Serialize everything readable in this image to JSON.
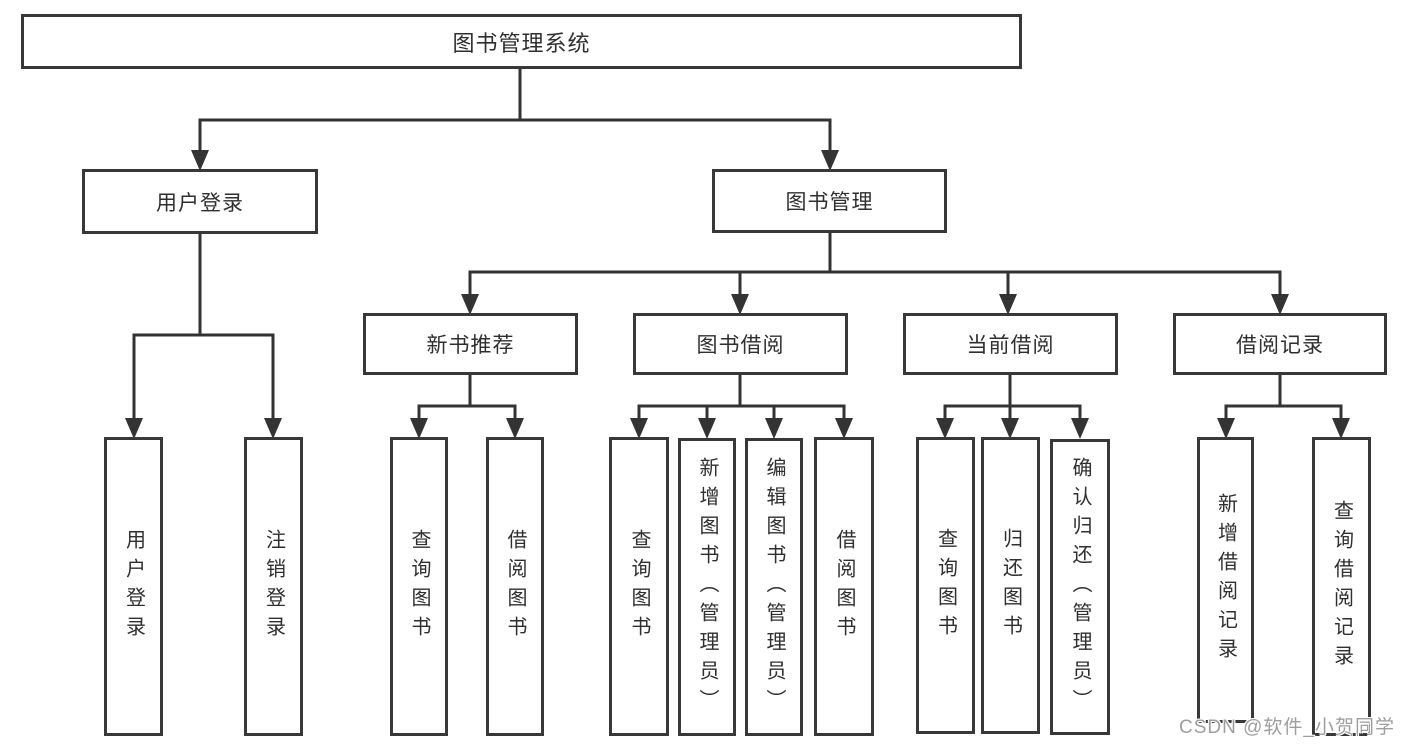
{
  "nodes": {
    "root": "图书管理系统",
    "user_login": "用户登录",
    "book_mgmt": "图书管理",
    "new_books": "新书推荐",
    "book_borrow": "图书借阅",
    "current_borrow": "当前借阅",
    "borrow_records": "借阅记录",
    "leaves": {
      "user_login_1": "用户登录",
      "user_login_2": "注销登录",
      "new_books_1": "查询图书",
      "new_books_2": "借阅图书",
      "book_borrow_1": "查询图书",
      "book_borrow_2": "新增图书（管理员）",
      "book_borrow_3": "编辑图书（管理员）",
      "book_borrow_4": "借阅图书",
      "current_borrow_1": "查询图书",
      "current_borrow_2": "归还图书",
      "current_borrow_3": "确认归还（管理员）",
      "borrow_records_1": "新增借阅记录",
      "borrow_records_2": "查询借阅记录"
    }
  },
  "watermark": "CSDN @软件_小贺同学",
  "colors": {
    "line": "#333333",
    "border": "#383838",
    "text": "#2f2f2f",
    "background": "#ffffff",
    "watermark": "#9e9e9e"
  }
}
